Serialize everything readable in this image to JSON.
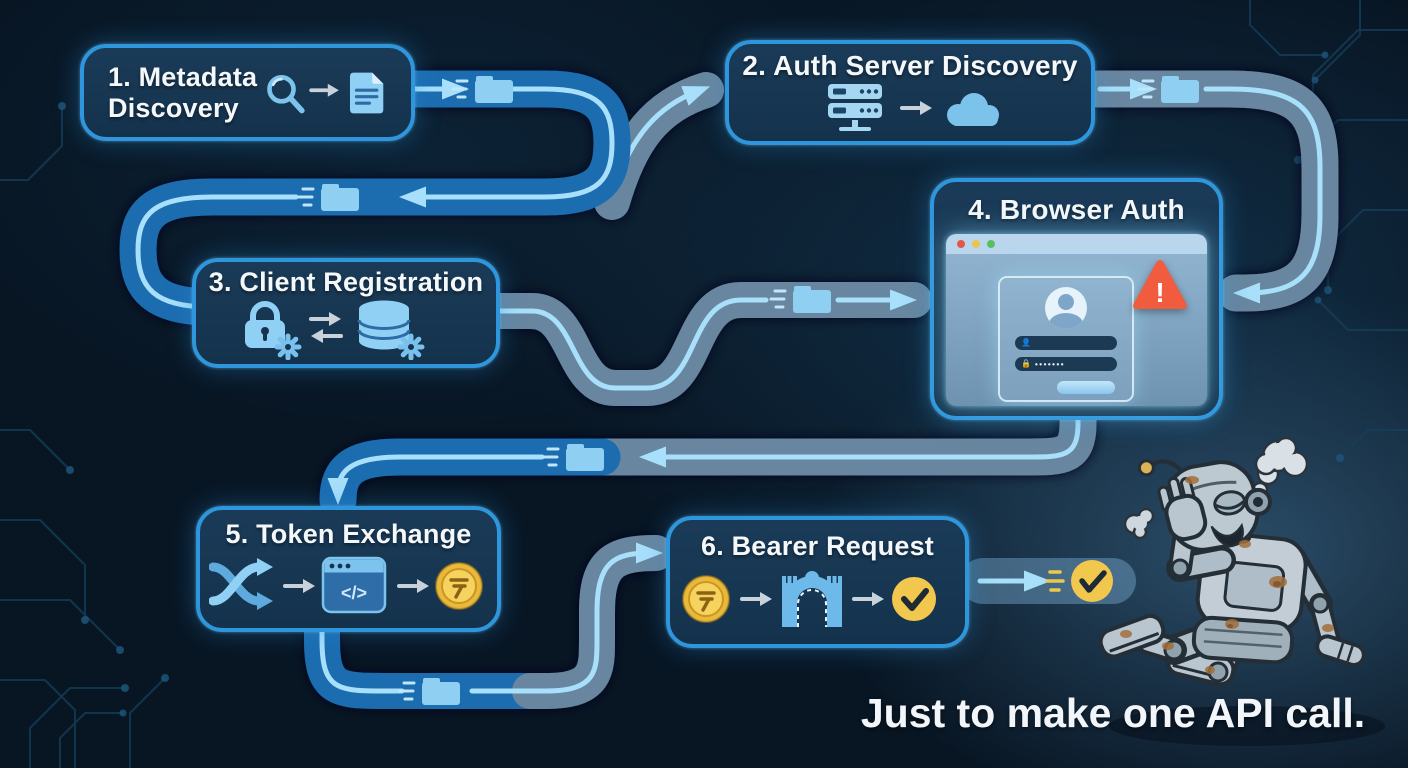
{
  "caption": "Just to make one API call.",
  "steps": [
    {
      "title": "1. Metadata Discovery",
      "icons": [
        "search-icon",
        "arrow",
        "document-icon"
      ]
    },
    {
      "title": "2. Auth Server Discovery",
      "icons": [
        "server-icon",
        "arrow",
        "cloud-icon"
      ]
    },
    {
      "title": "3. Client Registration",
      "icons": [
        "lock-gear-icon",
        "exchange-arrows-icon",
        "database-gear-icon"
      ]
    },
    {
      "title": "4. Browser Auth",
      "icons": [
        "browser-window",
        "user-avatar",
        "username-field",
        "password-field",
        "warning-icon"
      ]
    },
    {
      "title": "5. Token Exchange",
      "icons": [
        "shuffle-icon",
        "arrow",
        "code-window-icon",
        "arrow",
        "token-coin-icon"
      ]
    },
    {
      "title": "6. Bearer Request",
      "icons": [
        "token-coin-icon",
        "arrow",
        "gateway-icon",
        "arrow",
        "success-check-icon"
      ]
    }
  ],
  "box5": {
    "code_glyph": "</>"
  },
  "browser": {
    "password_dots": "•••••••",
    "warning_mark": "!"
  },
  "connectors": {
    "folder_icon_count": 6,
    "final_marker": "success-check-icon"
  },
  "colors": {
    "background": "#081624",
    "box_fill": "#16344e",
    "box_border": "#2e96dd",
    "pipe_blue": "#1a6cb0",
    "pipe_gray": "#68869f",
    "pipe_line": "#a8e0fb",
    "folder": "#8ecff2",
    "warning": "#f15b3e",
    "coin_gold": "#f2c74e",
    "check_circle": "#f2c74e",
    "title_text": "#f4f8fb"
  }
}
